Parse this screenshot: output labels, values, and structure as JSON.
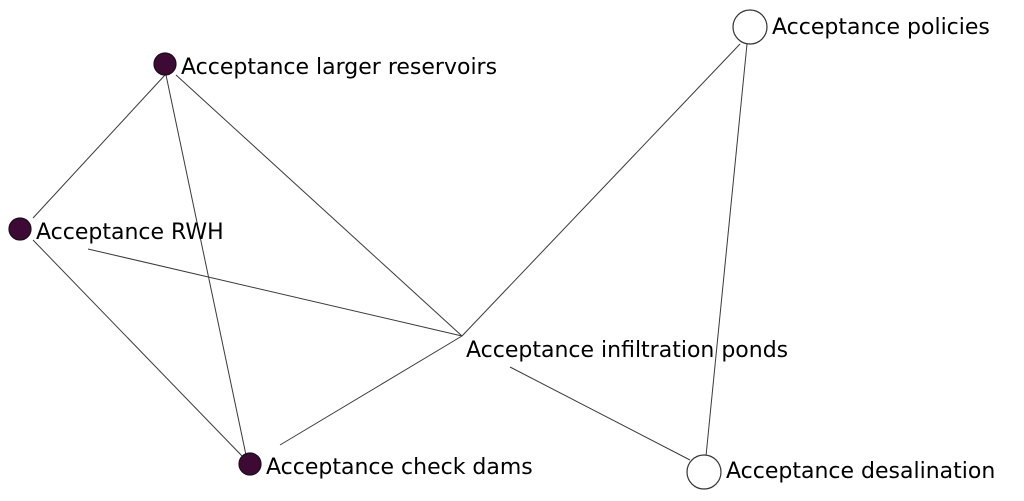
{
  "network": {
    "nodes": [
      {
        "id": "larger_reservoirs",
        "label": "Acceptance larger reservoirs",
        "style": "filled"
      },
      {
        "id": "rwh",
        "label": "Acceptance RWH",
        "style": "filled"
      },
      {
        "id": "check_dams",
        "label": "Acceptance check dams",
        "style": "filled"
      },
      {
        "id": "policies",
        "label": "Acceptance policies",
        "style": "open"
      },
      {
        "id": "infiltration_ponds",
        "label": "Acceptance infiltration ponds",
        "style": "none"
      },
      {
        "id": "desalination",
        "label": "Acceptance desalination",
        "style": "open"
      }
    ],
    "edges": [
      [
        "larger_reservoirs",
        "rwh"
      ],
      [
        "larger_reservoirs",
        "check_dams"
      ],
      [
        "larger_reservoirs",
        "infiltration_ponds"
      ],
      [
        "rwh",
        "check_dams"
      ],
      [
        "rwh",
        "infiltration_ponds"
      ],
      [
        "check_dams",
        "infiltration_ponds"
      ],
      [
        "policies",
        "infiltration_ponds"
      ],
      [
        "policies",
        "desalination"
      ],
      [
        "infiltration_ponds",
        "desalination"
      ]
    ],
    "colors": {
      "filled_node": "#3d0a35",
      "open_node": "#ffffff",
      "edge": "#3a3a3a"
    }
  }
}
